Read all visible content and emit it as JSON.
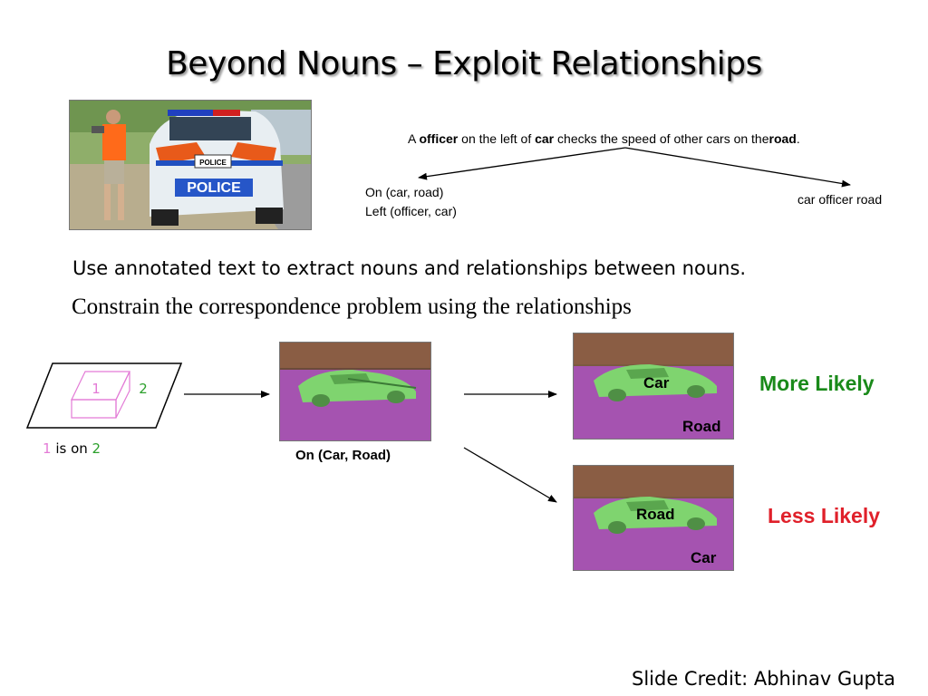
{
  "title": "Beyond Nouns – Exploit Relationships",
  "sentence": {
    "p1": "A",
    "w1": "officer",
    "p2": "on the left of",
    "w2": "car",
    "p3": "checks the speed of other cars on the",
    "w3": "road",
    "p4": "."
  },
  "relations": [
    "On (car, road)",
    "Left (officer, car)"
  ],
  "nouns": "car officer road",
  "police_text": "POLICE",
  "bullets": {
    "line1": "Use annotated text to extract nouns and relationships between nouns.",
    "line2": "Constrain the correspondence problem using the relationships"
  },
  "box_diagram": {
    "label1": "1",
    "label2": "2",
    "caption_n1": "1",
    "caption_mid": "is on",
    "caption_n2": "2"
  },
  "middle_caption": "On (Car, Road)",
  "top_result": {
    "car_label": "Car",
    "road_label": "Road",
    "verdict": "More Likely"
  },
  "bottom_result": {
    "road_label": "Road",
    "car_label": "Car",
    "verdict": "Less Likely"
  },
  "colors": {
    "pink": "#e37bd6",
    "green": "#2ca02c",
    "more_likely": "#1a8a1a",
    "less_likely": "#e0202a",
    "road_purple": "#a553b0",
    "car_green": "#7fd46f"
  },
  "credit": "Slide Credit: Abhinav Gupta"
}
